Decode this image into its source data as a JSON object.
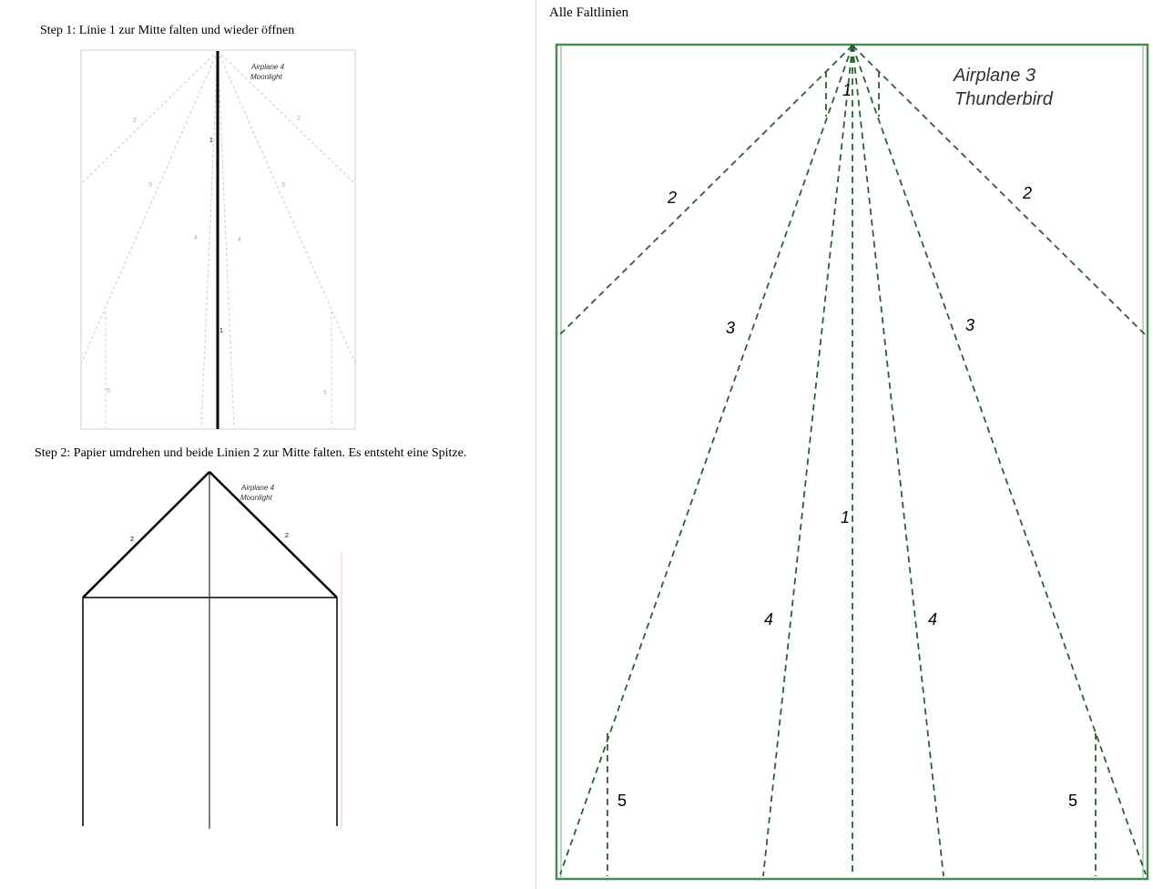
{
  "step1": {
    "label": "Step 1: Linie 1 zur Mitte falten und wieder öffnen",
    "sheet_title_line1": "Airplane 4",
    "sheet_title_line2": "Moonlight",
    "fold_numbers": {
      "n2_left": "2",
      "n2_right": "2",
      "n1_top": "1",
      "n1_bottom": "1",
      "n3_left": "3",
      "n3_right": "3",
      "n4_left": "4",
      "n4_right": "4",
      "n5_left": "5",
      "n5_right": "5"
    }
  },
  "step2": {
    "label": "Step 2: Papier umdrehen und beide Linien 2 zur Mitte falten. Es entsteht eine Spitze.",
    "sheet_title_line1": "Airplane 4",
    "sheet_title_line2": "Moonlight",
    "fold_numbers": {
      "n2_left": "2",
      "n2_right": "2"
    }
  },
  "all_lines": {
    "label": "Alle Faltlinien",
    "sheet_title_line1": "Airplane 3",
    "sheet_title_line2": "Thunderbird",
    "fold_numbers": {
      "n1_top": "1",
      "n1_mid": "1",
      "n2_left": "2",
      "n2_right": "2",
      "n3_left": "3",
      "n3_right": "3",
      "n4_left": "4",
      "n4_right": "4",
      "n5_left": "5",
      "n5_right": "5"
    }
  },
  "colors": {
    "green_frame": "#4a8a55",
    "green_dash": "#2e5f35",
    "step1_dash": "#c8c8c8",
    "black": "#000000"
  }
}
